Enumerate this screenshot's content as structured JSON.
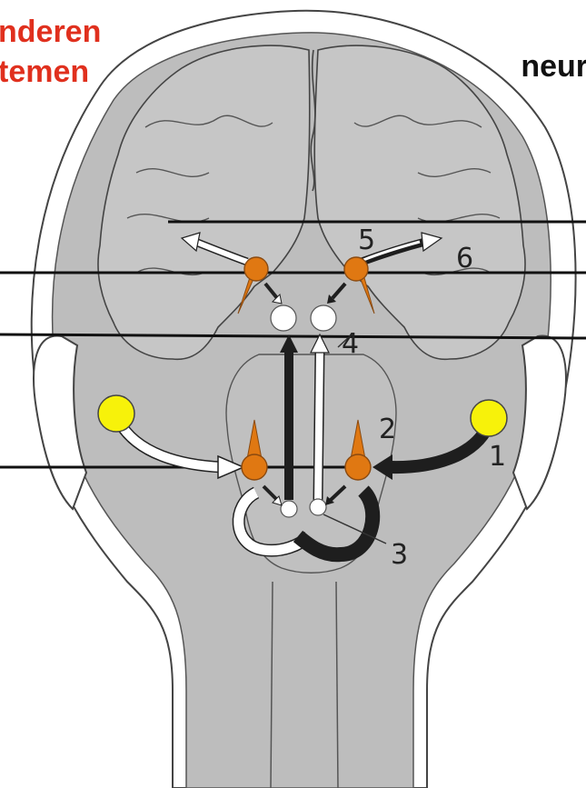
{
  "titles": {
    "left_line1": "nderen",
    "left_line2": "temen",
    "right": "neur"
  },
  "labels": {
    "n1": "1",
    "n2": "2",
    "n3": "3",
    "n4": "4",
    "n5": "5",
    "n6": "6"
  },
  "colors": {
    "title_red": "#e0301e",
    "head_gray": "#bdbdbd",
    "outline": "#333333",
    "orange": "#e07812",
    "yellow": "#f7f20a",
    "dark_arrow": "#1e1e1e",
    "white_arrow": "#ffffff"
  }
}
